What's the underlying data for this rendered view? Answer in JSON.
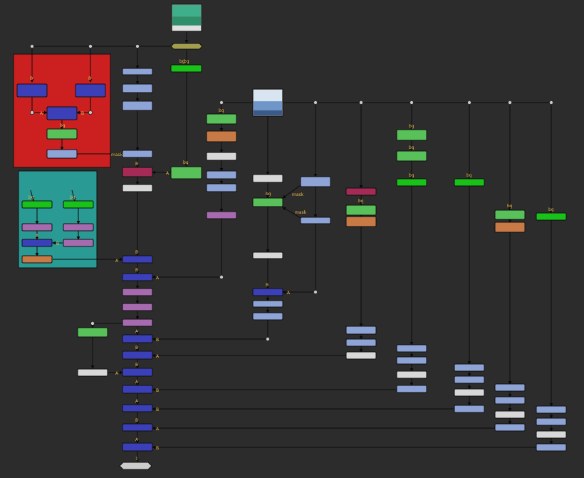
{
  "backdrops": [
    {
      "color": "#cc2020"
    },
    {
      "color": "#2a9a94"
    }
  ],
  "thumbnails": [
    {
      "image": "green-landscape-thumbnail"
    },
    {
      "image": "blue-sky-thumbnail"
    }
  ],
  "edge_labels": {
    "bg": "bg",
    "a": "A",
    "b": "B",
    "mask": "mask",
    "output": "1"
  },
  "node_colors": {
    "merge": "#3b3fb8",
    "grade": "#8ea3d6",
    "transform": "#d8d8d8",
    "bright_green": "#19c219",
    "light_green": "#59c159",
    "orange": "#c87a46",
    "crimson": "#a52a56",
    "purple": "#a66aae",
    "read": "#a39d4f",
    "viewer": "#cccccc"
  }
}
